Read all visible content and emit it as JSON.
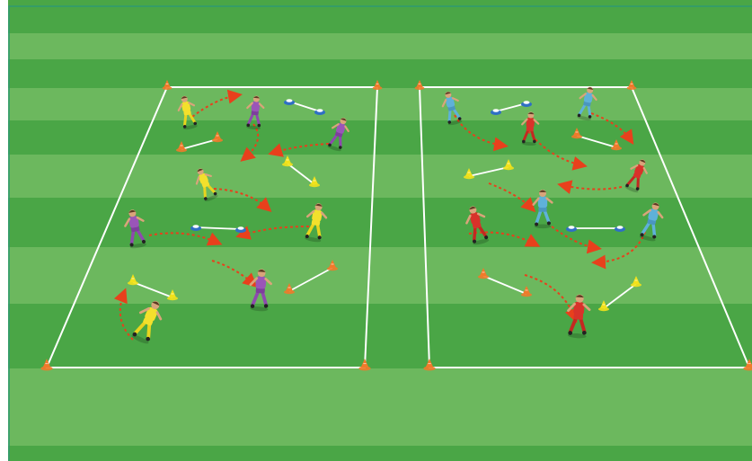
{
  "pitch": {
    "colors": {
      "grass_light": "#6cb85e",
      "grass_dark": "#4aa646",
      "line": "#ffffff",
      "frame": "#2e9a72",
      "pass_arrow": "#e8401c",
      "cone_orange": "#f07a2a",
      "cone_yellow": "#f2e21a",
      "cone_blue": "#2f6fc4",
      "boot": "#222222"
    }
  },
  "grids": [
    {
      "name": "left-grid",
      "team": "yellow-purple"
    },
    {
      "name": "right-grid",
      "team": "red-blue"
    }
  ],
  "teams": {
    "yellow": {
      "shirt": "#f3e02c",
      "shorts": "#f3e02c",
      "socks": "#e8d41e",
      "skin": "#d9a47a"
    },
    "purple": {
      "shirt": "#9a55b8",
      "shorts": "#7d3f9c",
      "socks": "#8e4aae",
      "skin": "#d9a47a"
    },
    "red": {
      "shirt": "#d8322a",
      "shorts": "#d8322a",
      "socks": "#c42820",
      "skin": "#d9a47a"
    },
    "blue": {
      "shirt": "#5fb1d9",
      "shorts": "#4a96c0",
      "socks": "#5fb1d9",
      "skin": "#d9a47a"
    }
  }
}
